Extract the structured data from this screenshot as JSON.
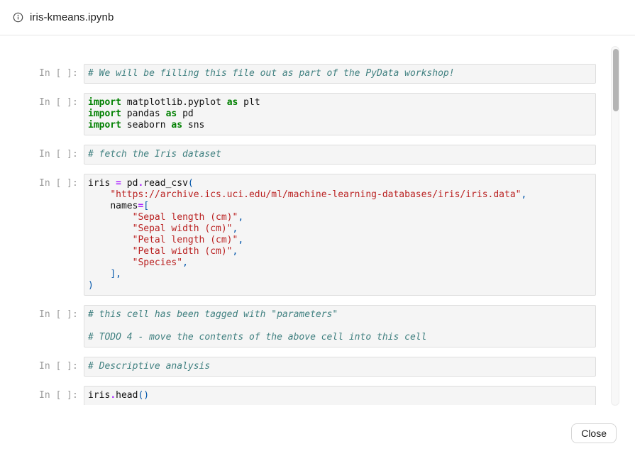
{
  "header": {
    "title": "iris-kmeans.ipynb",
    "info_icon": "info-icon"
  },
  "footer": {
    "close_label": "Close"
  },
  "notebook": {
    "prompt_label": "In [ ]:",
    "syntax_colors": {
      "keyword": "#008000",
      "comment": "#408080",
      "string": "#ba2121",
      "operator": "#aa22ff",
      "punctuation": "#0055aa",
      "name": "#111111",
      "cell_background": "#f5f5f5",
      "cell_border": "#dedede",
      "prompt_gray": "#9a9a9a"
    },
    "cells": [
      {
        "lines": [
          [
            [
              "c",
              "# We will be filling this file out as part of the PyData workshop!"
            ]
          ]
        ]
      },
      {
        "lines": [
          [
            [
              "k",
              "import"
            ],
            [
              "t",
              " "
            ],
            [
              "n",
              "matplotlib.pyplot"
            ],
            [
              "t",
              " "
            ],
            [
              "k",
              "as"
            ],
            [
              "t",
              " "
            ],
            [
              "n",
              "plt"
            ]
          ],
          [
            [
              "k",
              "import"
            ],
            [
              "t",
              " "
            ],
            [
              "n",
              "pandas"
            ],
            [
              "t",
              " "
            ],
            [
              "k",
              "as"
            ],
            [
              "t",
              " "
            ],
            [
              "n",
              "pd"
            ]
          ],
          [
            [
              "k",
              "import"
            ],
            [
              "t",
              " "
            ],
            [
              "n",
              "seaborn"
            ],
            [
              "t",
              " "
            ],
            [
              "k",
              "as"
            ],
            [
              "t",
              " "
            ],
            [
              "n",
              "sns"
            ]
          ]
        ]
      },
      {
        "lines": [
          [
            [
              "c",
              "# fetch the Iris dataset"
            ]
          ]
        ]
      },
      {
        "lines": [
          [
            [
              "n",
              "iris"
            ],
            [
              "t",
              " "
            ],
            [
              "o",
              "="
            ],
            [
              "t",
              " "
            ],
            [
              "n",
              "pd"
            ],
            [
              "o",
              "."
            ],
            [
              "n",
              "read_csv"
            ],
            [
              "p",
              "("
            ]
          ],
          [
            [
              "t",
              "    "
            ],
            [
              "s",
              "\"https://archive.ics.uci.edu/ml/machine-learning-databases/iris/iris.data\""
            ],
            [
              "p",
              ","
            ]
          ],
          [
            [
              "t",
              "    "
            ],
            [
              "n",
              "names"
            ],
            [
              "o",
              "="
            ],
            [
              "p",
              "["
            ]
          ],
          [
            [
              "t",
              "        "
            ],
            [
              "s",
              "\"Sepal length (cm)\""
            ],
            [
              "p",
              ","
            ]
          ],
          [
            [
              "t",
              "        "
            ],
            [
              "s",
              "\"Sepal width (cm)\""
            ],
            [
              "p",
              ","
            ]
          ],
          [
            [
              "t",
              "        "
            ],
            [
              "s",
              "\"Petal length (cm)\""
            ],
            [
              "p",
              ","
            ]
          ],
          [
            [
              "t",
              "        "
            ],
            [
              "s",
              "\"Petal width (cm)\""
            ],
            [
              "p",
              ","
            ]
          ],
          [
            [
              "t",
              "        "
            ],
            [
              "s",
              "\"Species\""
            ],
            [
              "p",
              ","
            ]
          ],
          [
            [
              "t",
              "    "
            ],
            [
              "p",
              "],"
            ]
          ],
          [
            [
              "p",
              ")"
            ]
          ]
        ]
      },
      {
        "lines": [
          [
            [
              "c",
              "# this cell has been tagged with \"parameters\""
            ]
          ],
          [],
          [
            [
              "c",
              "# TODO 4 - move the contents of the above cell into this cell"
            ]
          ]
        ]
      },
      {
        "lines": [
          [
            [
              "c",
              "# Descriptive analysis"
            ]
          ]
        ]
      },
      {
        "lines": [
          [
            [
              "n",
              "iris"
            ],
            [
              "o",
              "."
            ],
            [
              "n",
              "head"
            ],
            [
              "p",
              "()"
            ]
          ]
        ]
      }
    ]
  }
}
